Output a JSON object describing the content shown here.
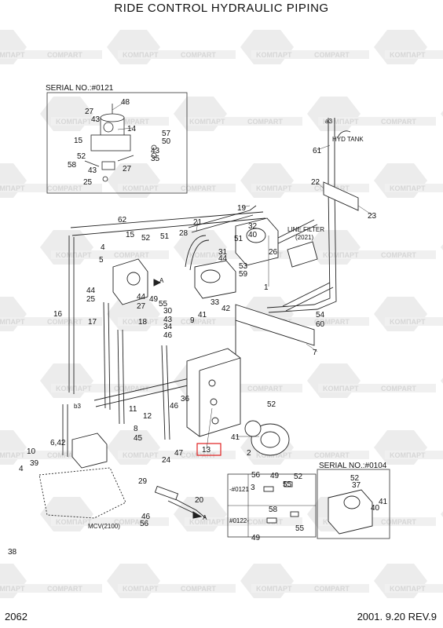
{
  "title": "RIDE CONTROL HYDRAULIC PIPING",
  "page_number": "2062",
  "revision": "2001. 9.20  REV.9",
  "watermark": {
    "left_text": "KOMПAPT",
    "right_text": "COMPART"
  },
  "boxes": {
    "serial_top": "SERIAL NO.:#0121",
    "serial_bottom_right": "SERIAL NO.:#0104",
    "variant_a": "-#0121",
    "variant_b": "#0122-"
  },
  "annotations": {
    "hyd_tank": "HYD TANK",
    "line_filter": "LINE FILTER",
    "line_filter_count": "(2021)",
    "mcv": "MCV(2100)",
    "arrow_a1": "A",
    "arrow_a2": "A",
    "pipe_end_a3": "a3",
    "pipe_end_b3": "b3"
  },
  "callouts": [
    "48",
    "27",
    "43",
    "14",
    "15",
    "57",
    "50",
    "43",
    "35",
    "58",
    "52",
    "43",
    "27",
    "25",
    "19",
    "21",
    "22",
    "23",
    "61",
    "62",
    "15",
    "52",
    "51",
    "5",
    "4",
    "28",
    "31",
    "44",
    "53",
    "59",
    "51",
    "32",
    "40",
    "26",
    "1",
    "44",
    "25",
    "44",
    "27",
    "49",
    "55",
    "33",
    "42",
    "30",
    "43",
    "34",
    "46",
    "9",
    "41",
    "54",
    "60",
    "16",
    "17",
    "18",
    "7",
    "12",
    "46",
    "36",
    "52",
    "11",
    "8",
    "45",
    "6,42",
    "10",
    "4",
    "39",
    "24",
    "47",
    "13",
    "41",
    "2",
    "29",
    "20",
    "46",
    "56",
    "3",
    "49",
    "52",
    "56",
    "55",
    "58",
    "49",
    "55",
    "52",
    "37",
    "40",
    "41",
    "38"
  ]
}
